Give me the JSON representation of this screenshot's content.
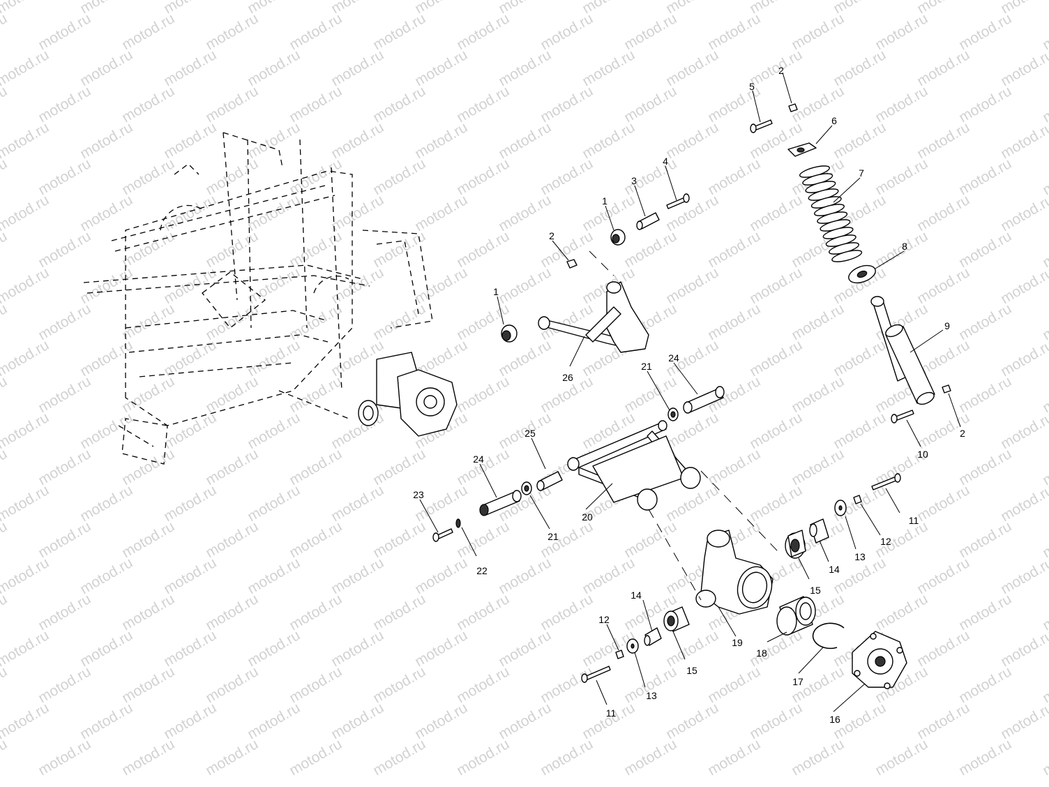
{
  "watermark": "motod.ru",
  "callouts": {
    "c1a": "1",
    "c1b": "1",
    "c2a": "2",
    "c2b": "2",
    "c2c": "2",
    "c3": "3",
    "c4": "4",
    "c5": "5",
    "c6": "6",
    "c7": "7",
    "c8": "8",
    "c9": "9",
    "c10": "10",
    "c11a": "11",
    "c11b": "11",
    "c12a": "12",
    "c12b": "12",
    "c13a": "13",
    "c13b": "13",
    "c14a": "14",
    "c14b": "14",
    "c15a": "15",
    "c15b": "15",
    "c16": "16",
    "c17": "17",
    "c18": "18",
    "c19": "19",
    "c20": "20",
    "c21a": "21",
    "c21b": "21",
    "c22": "22",
    "c23": "23",
    "c24a": "24",
    "c24b": "24",
    "c25": "25",
    "c26": "26"
  },
  "colors": {
    "ink": "#000000",
    "watermark": "#d2d2d2",
    "background": "#ffffff"
  }
}
